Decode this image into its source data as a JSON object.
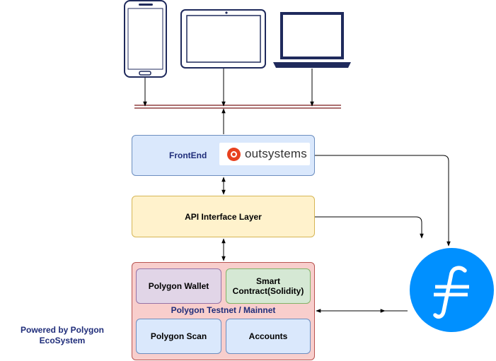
{
  "frontend": {
    "label": "FrontEnd",
    "logo_text": "outsystems"
  },
  "api": {
    "label": "API Interface Layer"
  },
  "polygon": {
    "label": "Polygon Testnet / Mainnet",
    "wallet": "Polygon Wallet",
    "smart_contract_line1": "Smart",
    "smart_contract_line2": "Contract(Solidity)",
    "scan": "Polygon Scan",
    "accounts": "Accounts"
  },
  "powered_by": {
    "line1": "Powered by Polygon",
    "line2": "EcoSystem"
  },
  "devices": [
    "phone-icon",
    "tablet-icon",
    "laptop-icon"
  ],
  "logos": [
    "outsystems-logo",
    "filecoin-logo"
  ],
  "colors": {
    "frontend_fill": "#dae8fc",
    "api_fill": "#fff2cc",
    "polygon_fill": "#f8cecc",
    "wallet_fill": "#e1d5e7",
    "contract_fill": "#d5e8d4",
    "filecoin_blue": "#0090ff",
    "label_navy": "#1f2d7a"
  }
}
